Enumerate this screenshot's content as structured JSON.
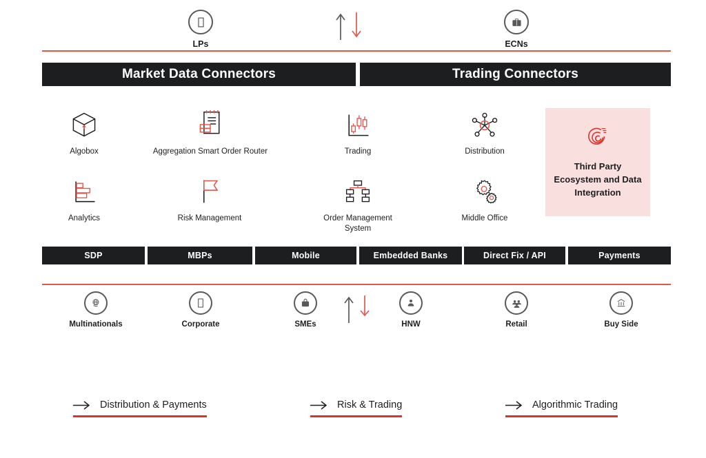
{
  "theme": {
    "accent_red": "#e2574c",
    "legend_red": "#d9342b",
    "bar_black": "#1d1e20",
    "panel_pink": "#fadfdf",
    "ring_gray": "#58595b"
  },
  "counterparties": [
    {
      "label": "LPs",
      "icon": "building-icon"
    },
    {
      "label": "ECNs",
      "icon": "briefcase-icon"
    }
  ],
  "flow_arrows": {
    "up_icon": "arrow-up-icon",
    "down_icon": "arrow-down-icon",
    "up_color": "#58595b",
    "down_color": "#e2574c"
  },
  "sections": [
    {
      "title": "Market Data Connectors"
    },
    {
      "title": "Trading Connectors"
    }
  ],
  "capabilities": [
    {
      "label": "Algobox",
      "icon": "cube-icon"
    },
    {
      "label": "Aggregation Smart Order Router",
      "icon": "order-router-icon"
    },
    {
      "label": "Trading",
      "icon": "candlestick-chart-icon"
    },
    {
      "label": "Distribution",
      "icon": "network-node-icon"
    },
    {
      "label": "Analytics",
      "icon": "bar-chart-icon"
    },
    {
      "label": "Risk Management",
      "icon": "flag-icon"
    },
    {
      "label": "Order Management System",
      "icon": "hierarchy-icon"
    },
    {
      "label": "Middle Office",
      "icon": "gears-icon"
    }
  ],
  "third_party": {
    "label": "Third Party Ecosystem and Data Integration",
    "icon": "spiral-integration-icon"
  },
  "channels": [
    {
      "label": "SDP"
    },
    {
      "label": "MBPs"
    },
    {
      "label": "Mobile"
    },
    {
      "label": "Embedded Banks"
    },
    {
      "label": "Direct Fix / API"
    },
    {
      "label": "Payments"
    }
  ],
  "client_segments": [
    {
      "label": "Multinationals",
      "icon": "globe-hand-icon"
    },
    {
      "label": "Corporate",
      "icon": "building-icon"
    },
    {
      "label": "SMEs",
      "icon": "briefcase-lock-icon"
    },
    {
      "label": "HNW",
      "icon": "person-icon"
    },
    {
      "label": "Retail",
      "icon": "people-group-icon"
    },
    {
      "label": "Buy Side",
      "icon": "bank-icon"
    }
  ],
  "legend": [
    {
      "label": "Distribution & Payments",
      "icon": "arrow-right-icon"
    },
    {
      "label": "Risk & Trading",
      "icon": "arrow-right-icon"
    },
    {
      "label": "Algorithmic Trading",
      "icon": "arrow-right-icon"
    }
  ]
}
